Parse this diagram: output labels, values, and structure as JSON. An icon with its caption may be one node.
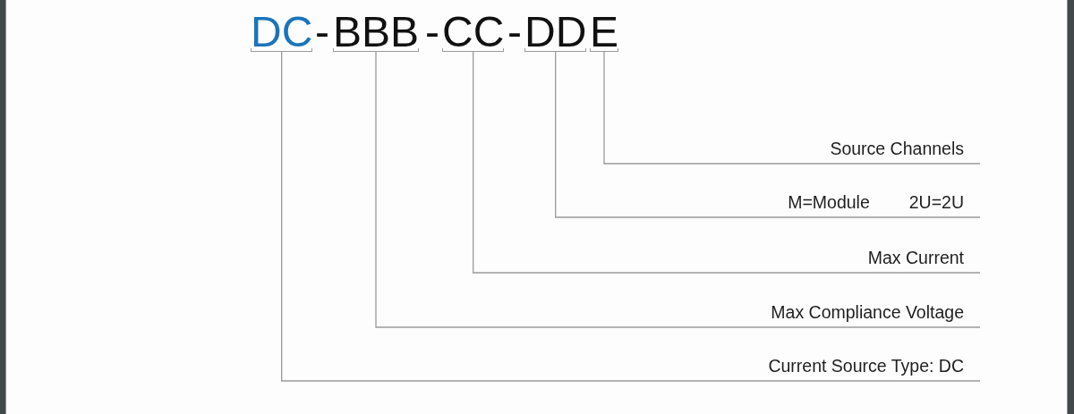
{
  "diagram": {
    "nodes": [
      {
        "text": [
          "DC"
        ]
      },
      {
        "text": [
          "BBB"
        ]
      },
      {
        "text": [
          "CC"
        ]
      },
      {
        "text": [
          "DD"
        ]
      },
      {
        "text": [
          "E"
        ]
      },
      {
        "text": [
          "Source Channels"
        ]
      },
      {
        "text": [
          "M=Module",
          "2U=2U"
        ]
      },
      {
        "text": [
          "Max Current"
        ]
      },
      {
        "text": [
          "Max Compliance Voltage"
        ]
      },
      {
        "text": [
          "Current Source Type: DC"
        ]
      }
    ],
    "edges": [
      {
        "from": 4,
        "to": 5,
        "arrow": "none"
      },
      {
        "from": 3,
        "to": 6,
        "arrow": "none"
      },
      {
        "from": 2,
        "to": 7,
        "arrow": "none"
      },
      {
        "from": 1,
        "to": 8,
        "arrow": "none"
      },
      {
        "from": 0,
        "to": 9,
        "arrow": "none"
      }
    ],
    "labels": [
      "-",
      "-",
      "-"
    ]
  }
}
